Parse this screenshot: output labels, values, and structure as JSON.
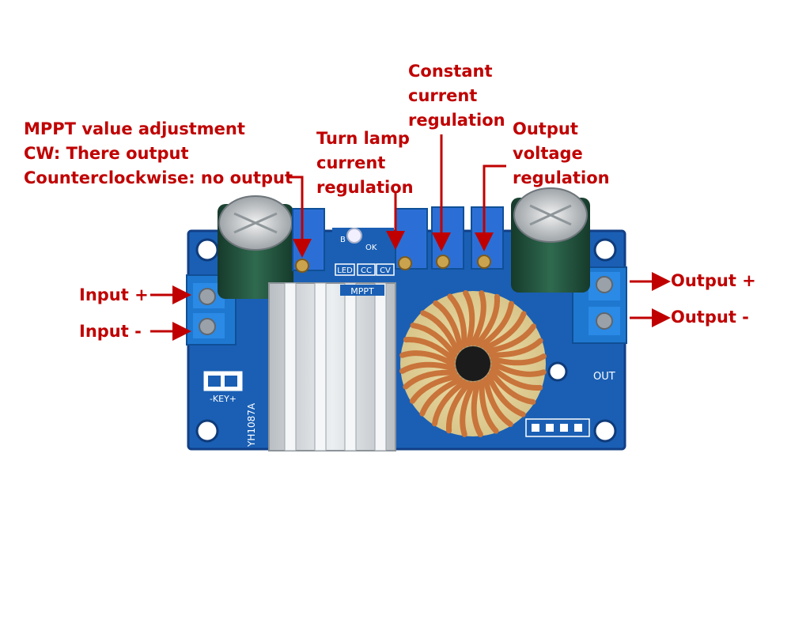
{
  "colors": {
    "annotation": "#c00000",
    "pcb": "#1a5fb4",
    "pcb_dark": "#123f86",
    "terminal": "#1f78d0",
    "heatsink": "#d4d8dc",
    "copper": "#c8743a",
    "capacitor": "#1e4d3a"
  },
  "annotations": {
    "mppt": [
      "MPPT value adjustment",
      "CW: There output",
      "Counterclockwise: no output"
    ],
    "lamp": [
      "Turn lamp",
      "current",
      "regulation"
    ],
    "constant": [
      "Constant",
      "current",
      "regulation"
    ],
    "voltage": [
      "Output",
      "voltage",
      "regulation"
    ],
    "input_plus": "Input +",
    "input_minus": "Input -",
    "output_plus": "Output +",
    "output_minus": "Output -"
  },
  "board": {
    "led_label": "LED",
    "cc_label": "CC",
    "cv_label": "CV",
    "mppt_label": "MPPT",
    "key_label": "-KEY+",
    "model_label": "YH1087A",
    "out_label": "OUT",
    "b_label": "B",
    "ok_label": "OK"
  }
}
